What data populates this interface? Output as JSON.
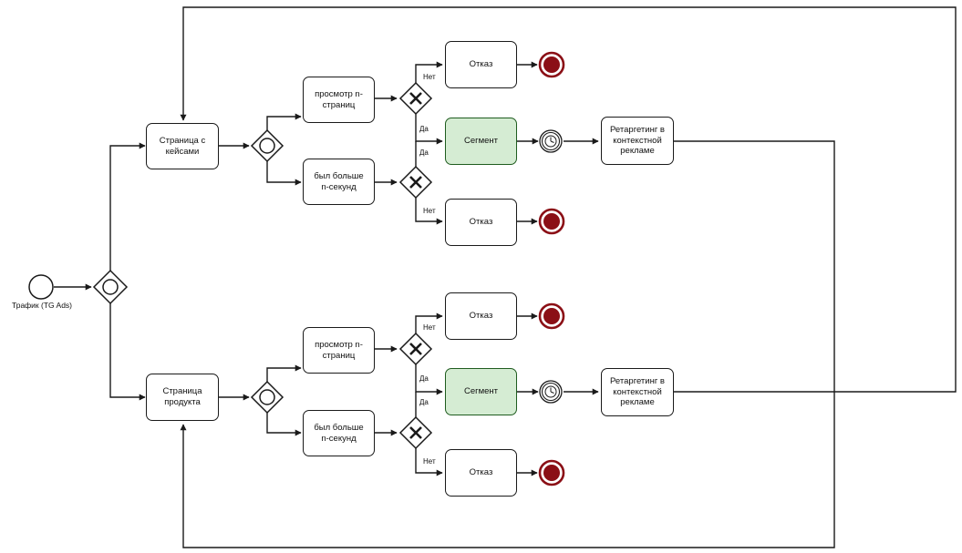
{
  "start_event": {
    "label": "Трафик (TG Ads)"
  },
  "top_branch": {
    "page": "Страница с кейсами",
    "task_views": "просмотр n-страниц",
    "task_time": "был больше n-секунд",
    "reject_top": "Отказ",
    "segment": "Сегмент",
    "reject_bottom": "Отказ",
    "retargeting": "Ретаргетинг в контекстной рекламе",
    "label_no_1": "Нет",
    "label_yes_1": "Да",
    "label_yes_2": "Да",
    "label_no_2": "Нет"
  },
  "bottom_branch": {
    "page": "Страница продукта",
    "task_views": "просмотр n-страниц",
    "task_time": "был больше n-секунд",
    "reject_top": "Отказ",
    "segment": "Сегмент",
    "reject_bottom": "Отказ",
    "retargeting": "Ретаргетинг в контекстной рекламе",
    "label_no_1": "Нет",
    "label_yes_1": "Да",
    "label_yes_2": "Да",
    "label_no_2": "Нет"
  },
  "colors": {
    "line": "#1a1a1a",
    "segment_fill": "#d5ecd3",
    "segment_border": "#1f5c1f",
    "end_event": "#8b0f16"
  },
  "icons": [
    "start-event-icon",
    "event-based-gateway-icon",
    "exclusive-gateway-icon",
    "timer-event-icon",
    "end-event-icon"
  ]
}
